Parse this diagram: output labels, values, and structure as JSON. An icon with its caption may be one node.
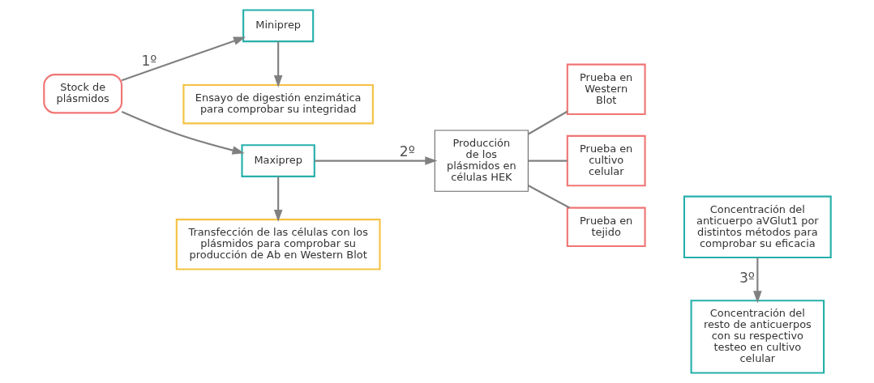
{
  "diagram": {
    "nodes": [
      {
        "text": [
          "Stock de plásmidos"
        ]
      },
      {
        "text": [
          "Miniprep"
        ]
      },
      {
        "text": [
          "Maxiprep"
        ]
      },
      {
        "text": [
          "Ensayo de digestión enzimática para comprobar su integridad"
        ]
      },
      {
        "text": [
          "Transfección de las células con los plásmidos para comprobar su producción de Ab en Western Blot"
        ]
      },
      {
        "text": [
          "Producción de los plásmidos en células HEK"
        ]
      },
      {
        "text": [
          "Prueba en Western Blot"
        ]
      },
      {
        "text": [
          "Prueba en cultivo celular"
        ]
      },
      {
        "text": [
          "Prueba en tejido"
        ]
      },
      {
        "text": [
          "Concentración del anticuerpo aVGlut1 por distintos métodos para comprobar su eficacia"
        ]
      },
      {
        "text": [
          "Concentración del resto de anticuerpos con su respectivo testeo en cultivo celular"
        ]
      }
    ],
    "edges": [
      {
        "from": 0,
        "to": 1,
        "arrow": "to",
        "label": "1º"
      },
      {
        "from": 0,
        "to": 2,
        "arrow": "to"
      },
      {
        "from": 1,
        "to": 3,
        "arrow": "to"
      },
      {
        "from": 2,
        "to": 4,
        "arrow": "to"
      },
      {
        "from": 2,
        "to": 5,
        "arrow": "to",
        "label": "2º"
      },
      {
        "from": 5,
        "to": 6,
        "arrow": "none"
      },
      {
        "from": 5,
        "to": 7,
        "arrow": "none"
      },
      {
        "from": 5,
        "to": 8,
        "arrow": "none"
      },
      {
        "from": 9,
        "to": 10,
        "arrow": "to",
        "label": "3º"
      }
    ]
  }
}
